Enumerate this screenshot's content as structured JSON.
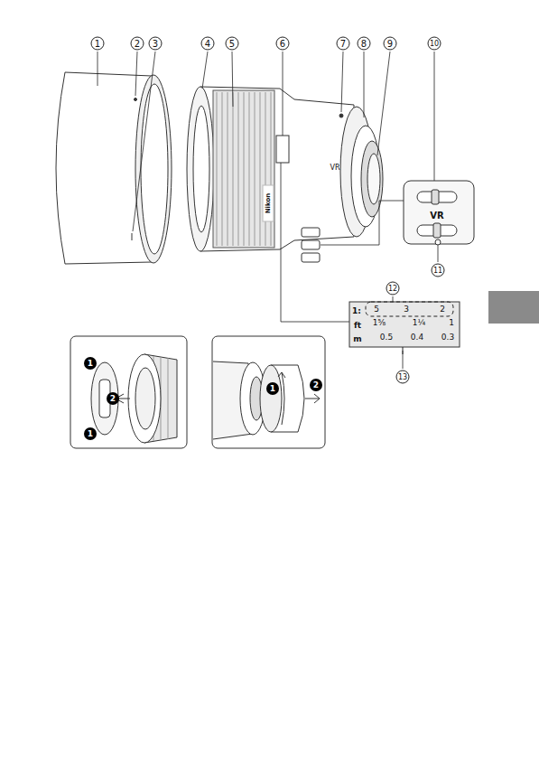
{
  "diagram": {
    "labels": [
      "1",
      "2",
      "3",
      "4",
      "5",
      "6",
      "7",
      "8",
      "9",
      "10",
      "11",
      "12",
      "13",
      "VR",
      "1:",
      "ft",
      "m",
      "5",
      "3",
      "2",
      "1⅝",
      "1¼",
      "1",
      "0.5",
      "0.4",
      "0.3",
      "Nikon",
      "VR",
      "1",
      "2",
      "1",
      "1",
      "2"
    ]
  }
}
